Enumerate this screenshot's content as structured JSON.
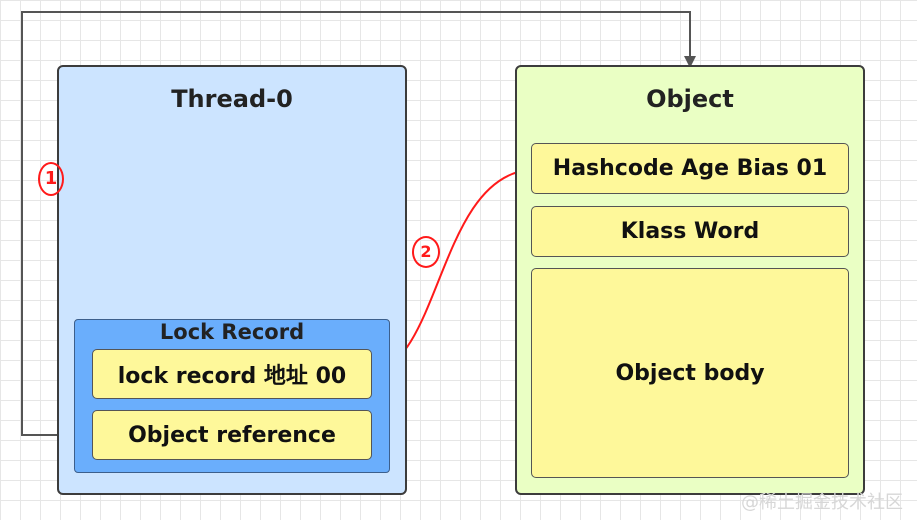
{
  "thread": {
    "title": "Thread-0",
    "lock_record": {
      "title": "Lock Record",
      "lock_record_address": "lock  record 地址 00",
      "object_reference": "Object reference"
    }
  },
  "object": {
    "title": "Object",
    "mark_word": "Hashcode Age Bias 01",
    "klass_word": "Klass Word",
    "body": "Object body"
  },
  "annotations": {
    "step_1": "1",
    "step_2": "2"
  },
  "watermark": "@稀土掘金技术社区",
  "colors": {
    "thread_bg": "#cce4ff",
    "object_bg": "#eaffc4",
    "lock_record_bg": "#6aaefc",
    "cell_bg": "#fef89a",
    "annotation": "#ff1a1a",
    "connector": "#555555"
  }
}
